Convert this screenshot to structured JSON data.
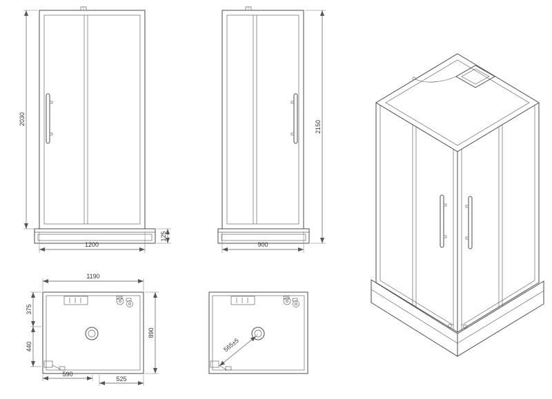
{
  "views": {
    "front": {
      "height_dim": "2030",
      "width_dim": "1200",
      "tray_dim": "125"
    },
    "side": {
      "height_dim": "2150",
      "width_dim": "900"
    },
    "plan": {
      "width_dim": "1190",
      "depth_dim": "890",
      "left_upper_dim": "375",
      "left_lower_dim": "440",
      "bottom_left_dim": "590",
      "bottom_right_dim": "525"
    },
    "plan_alt": {
      "diagonal_dim": "565±5"
    }
  }
}
